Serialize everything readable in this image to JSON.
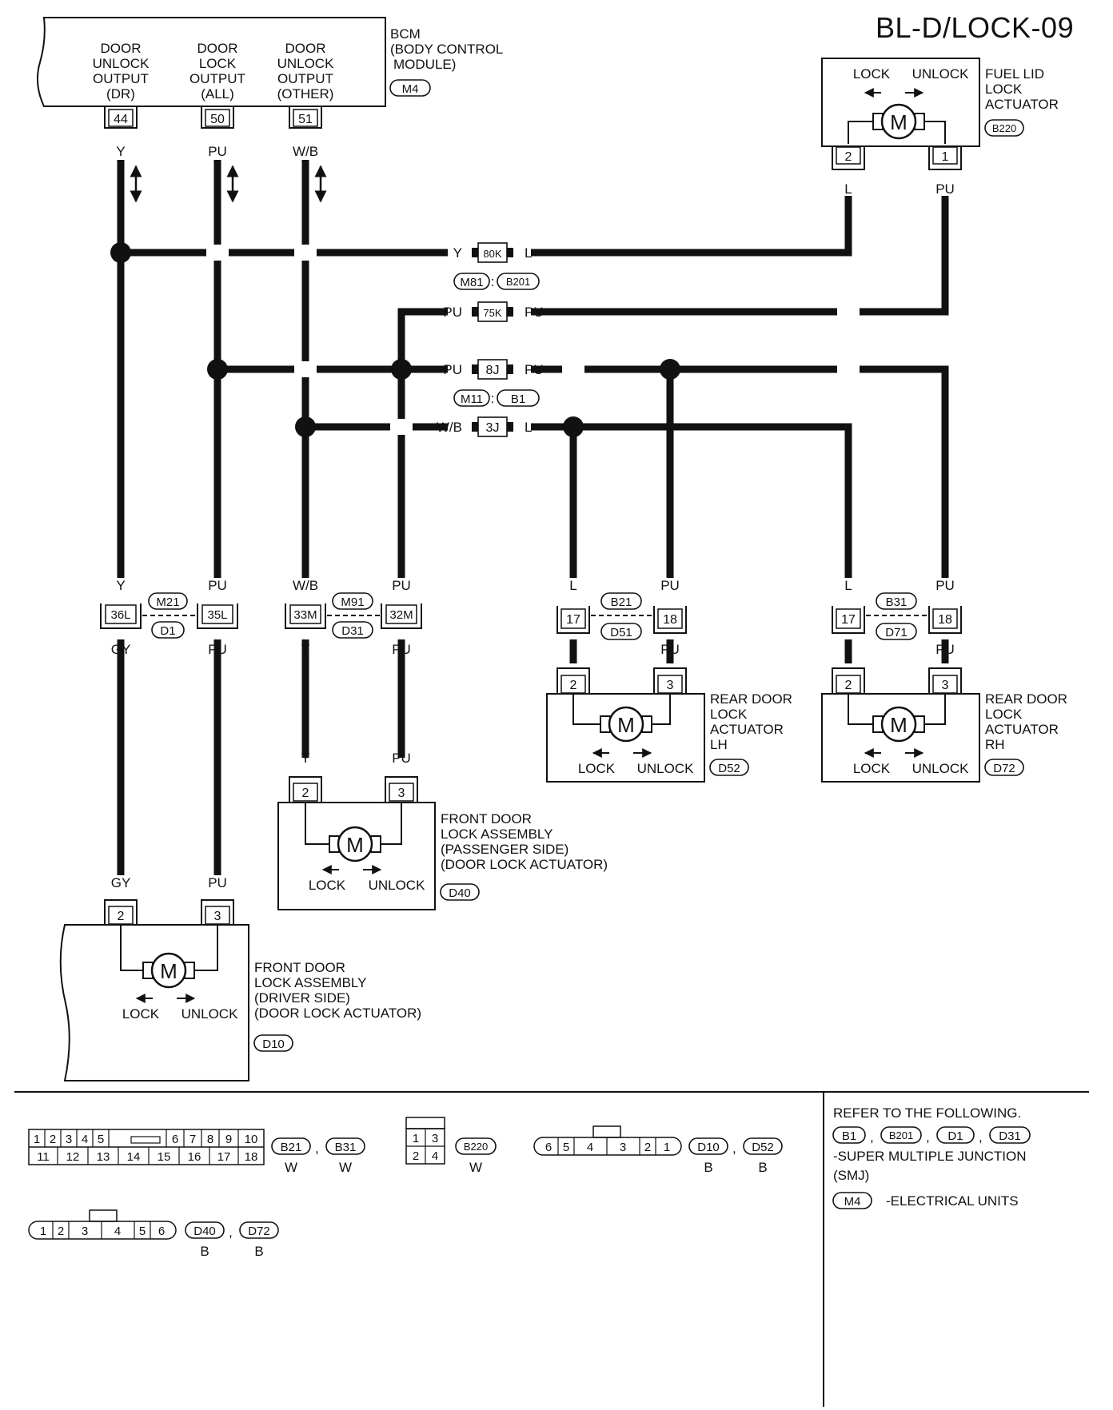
{
  "page_title": "BL-D/LOCK-09",
  "bcm": {
    "name": [
      "BCM",
      "(BODY CONTROL",
      "MODULE)"
    ],
    "connector": "M4",
    "outputs": [
      {
        "label": [
          "DOOR",
          "UNLOCK",
          "OUTPUT",
          "(DR)"
        ],
        "pin": "44",
        "wire": "Y"
      },
      {
        "label": [
          "DOOR",
          "LOCK",
          "OUTPUT",
          "(ALL)"
        ],
        "pin": "50",
        "wire": "PU"
      },
      {
        "label": [
          "DOOR",
          "UNLOCK",
          "OUTPUT",
          "(OTHER)"
        ],
        "pin": "51",
        "wire": "W/B"
      }
    ]
  },
  "fuel_lid": {
    "name": [
      "FUEL LID",
      "LOCK",
      "ACTUATOR"
    ],
    "connector": "B220",
    "lock": "LOCK",
    "unlock": "UNLOCK",
    "motor": "M",
    "pins": [
      "2",
      "1"
    ],
    "wires": [
      "L",
      "PU"
    ]
  },
  "junctions": {
    "j80k": {
      "pin": "80K",
      "left": "Y",
      "right": "L"
    },
    "pair1": [
      "M81",
      "B201"
    ],
    "j75k": {
      "pin": "75K",
      "left": "PU",
      "right": "PU"
    },
    "j8j": {
      "pin": "8J",
      "left": "PU",
      "right": "PU"
    },
    "pair2": [
      "M11",
      "B1"
    ],
    "j3j": {
      "pin": "3J",
      "left": "W/B",
      "right": "L"
    }
  },
  "mid_connectors": {
    "drv": {
      "pins": [
        "36L",
        "35L"
      ],
      "codes": [
        "M21",
        "D1"
      ],
      "top": [
        "Y",
        "PU"
      ],
      "bottom": [
        "GY",
        "PU"
      ]
    },
    "pass": {
      "pins": [
        "33M",
        "32M"
      ],
      "codes": [
        "M91",
        "D31"
      ],
      "top": [
        "W/B",
        "PU"
      ],
      "bottom": [
        "Y",
        "PU"
      ]
    },
    "rl": {
      "pins": [
        "17",
        "18"
      ],
      "codes": [
        "B21",
        "D51"
      ],
      "top": [
        "L",
        "PU"
      ],
      "bottom": [
        "L",
        "PU"
      ]
    },
    "rr": {
      "pins": [
        "17",
        "18"
      ],
      "codes": [
        "B31",
        "D71"
      ],
      "top": [
        "L",
        "PU"
      ],
      "bottom": [
        "L",
        "PU"
      ]
    }
  },
  "rear_lh": {
    "name": [
      "REAR DOOR",
      "LOCK",
      "ACTUATOR",
      "LH"
    ],
    "connector": "D52",
    "pins": [
      "2",
      "3"
    ],
    "lock": "LOCK",
    "unlock": "UNLOCK",
    "motor": "M"
  },
  "rear_rh": {
    "name": [
      "REAR DOOR",
      "LOCK",
      "ACTUATOR",
      "RH"
    ],
    "connector": "D72",
    "pins": [
      "2",
      "3"
    ],
    "lock": "LOCK",
    "unlock": "UNLOCK",
    "motor": "M"
  },
  "front_pass": {
    "name": [
      "FRONT DOOR",
      "LOCK ASSEMBLY",
      "(PASSENGER SIDE)",
      "(DOOR LOCK ACTUATOR)"
    ],
    "connector": "D40",
    "pins": [
      "2",
      "3"
    ],
    "wires": [
      "Y",
      "PU"
    ],
    "lock": "LOCK",
    "unlock": "UNLOCK",
    "motor": "M"
  },
  "front_drv": {
    "name": [
      "FRONT DOOR",
      "LOCK ASSEMBLY",
      "(DRIVER SIDE)",
      "(DOOR LOCK ACTUATOR)"
    ],
    "connector": "D10",
    "pins": [
      "2",
      "3"
    ],
    "wires": [
      "GY",
      "PU"
    ],
    "lock": "LOCK",
    "unlock": "UNLOCK",
    "motor": "M"
  },
  "legend": {
    "conn18": {
      "top": [
        "1",
        "2",
        "3",
        "4",
        "5",
        "6",
        "7",
        "8",
        "9",
        "10"
      ],
      "bottom": [
        "11",
        "12",
        "13",
        "14",
        "15",
        "16",
        "17",
        "18"
      ],
      "codes": [
        "B21",
        "B31"
      ],
      "colors": [
        "W",
        "W"
      ]
    },
    "conn4": {
      "top": [
        "1",
        "3"
      ],
      "bottom": [
        "2",
        "4"
      ],
      "code": "B220",
      "color": "W"
    },
    "conn6a": {
      "pins": [
        "6",
        "5",
        "4",
        "3",
        "2",
        "1"
      ],
      "codes": [
        "D10",
        "D52"
      ],
      "colors": [
        "B",
        "B"
      ]
    },
    "conn6b": {
      "pins": [
        "1",
        "2",
        "3",
        "4",
        "5",
        "6"
      ],
      "codes": [
        "D40",
        "D72"
      ],
      "colors": [
        "B",
        "B"
      ]
    },
    "refer_title": "REFER TO THE FOLLOWING.",
    "refer_codes": [
      "B1",
      "B201",
      "D1",
      "D31"
    ],
    "refer_smj": [
      "-SUPER MULTIPLE JUNCTION",
      "(SMJ)"
    ],
    "refer_m4_code": "M4",
    "refer_m4_text": "-ELECTRICAL UNITS"
  }
}
